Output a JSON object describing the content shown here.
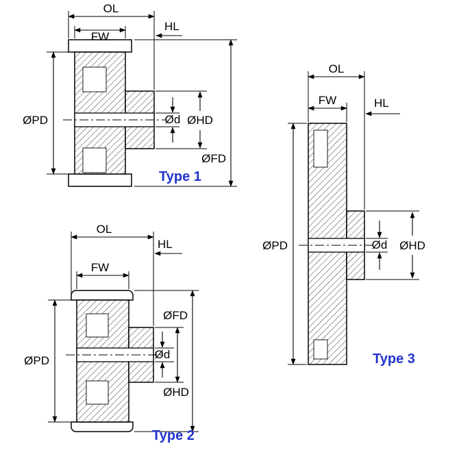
{
  "colors": {
    "type_label": "#2233cc",
    "line": "#000000",
    "hatch": "#3a3a3a"
  },
  "labels": {
    "ol": "OL",
    "hl": "HL",
    "fw": "FW",
    "pd": "ØPD",
    "d": "Ød",
    "hd": "ØHD",
    "fd": "ØFD"
  },
  "types": {
    "t1": "Type 1",
    "t2": "Type 2",
    "t3": "Type 3"
  }
}
